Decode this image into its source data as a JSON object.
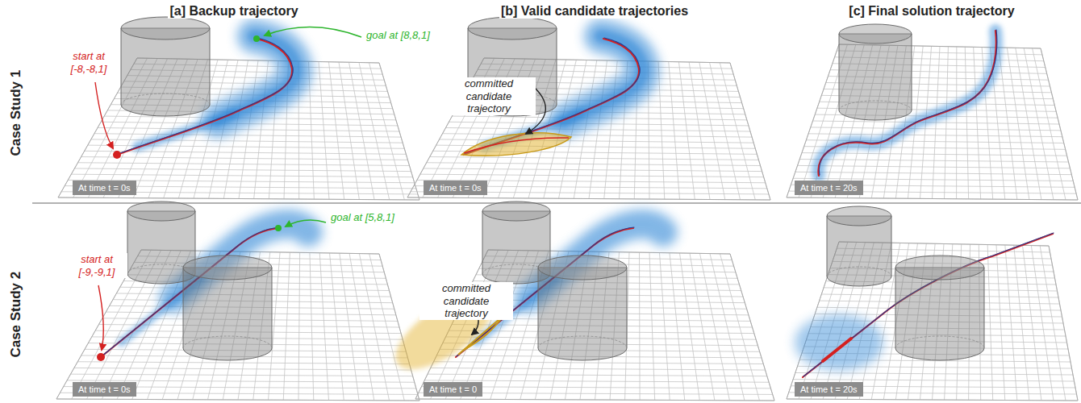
{
  "diagram": {
    "nodes": [
      {
        "text": [
          "At time t = 0s"
        ]
      },
      {
        "text": [
          "At time t = 0s"
        ]
      },
      {
        "text": [
          "At time t = 20s"
        ]
      },
      {
        "text": [
          "At time t = 0s"
        ]
      },
      {
        "text": [
          "At time t = 0"
        ]
      },
      {
        "text": [
          "At time t = 20s"
        ]
      }
    ],
    "labels": [
      "[a] Backup trajectory",
      "[b] Valid candidate trajectories",
      "[c] Final solution trajectory",
      "Case Study 1",
      "Case Study 2",
      "start at [-8,-8,1]",
      "goal at [8,8,1]",
      "committed candidate trajectory",
      "start at [-9,-9,1]",
      "goal at [5,8,1]",
      "committed candidate trajectory"
    ]
  }
}
